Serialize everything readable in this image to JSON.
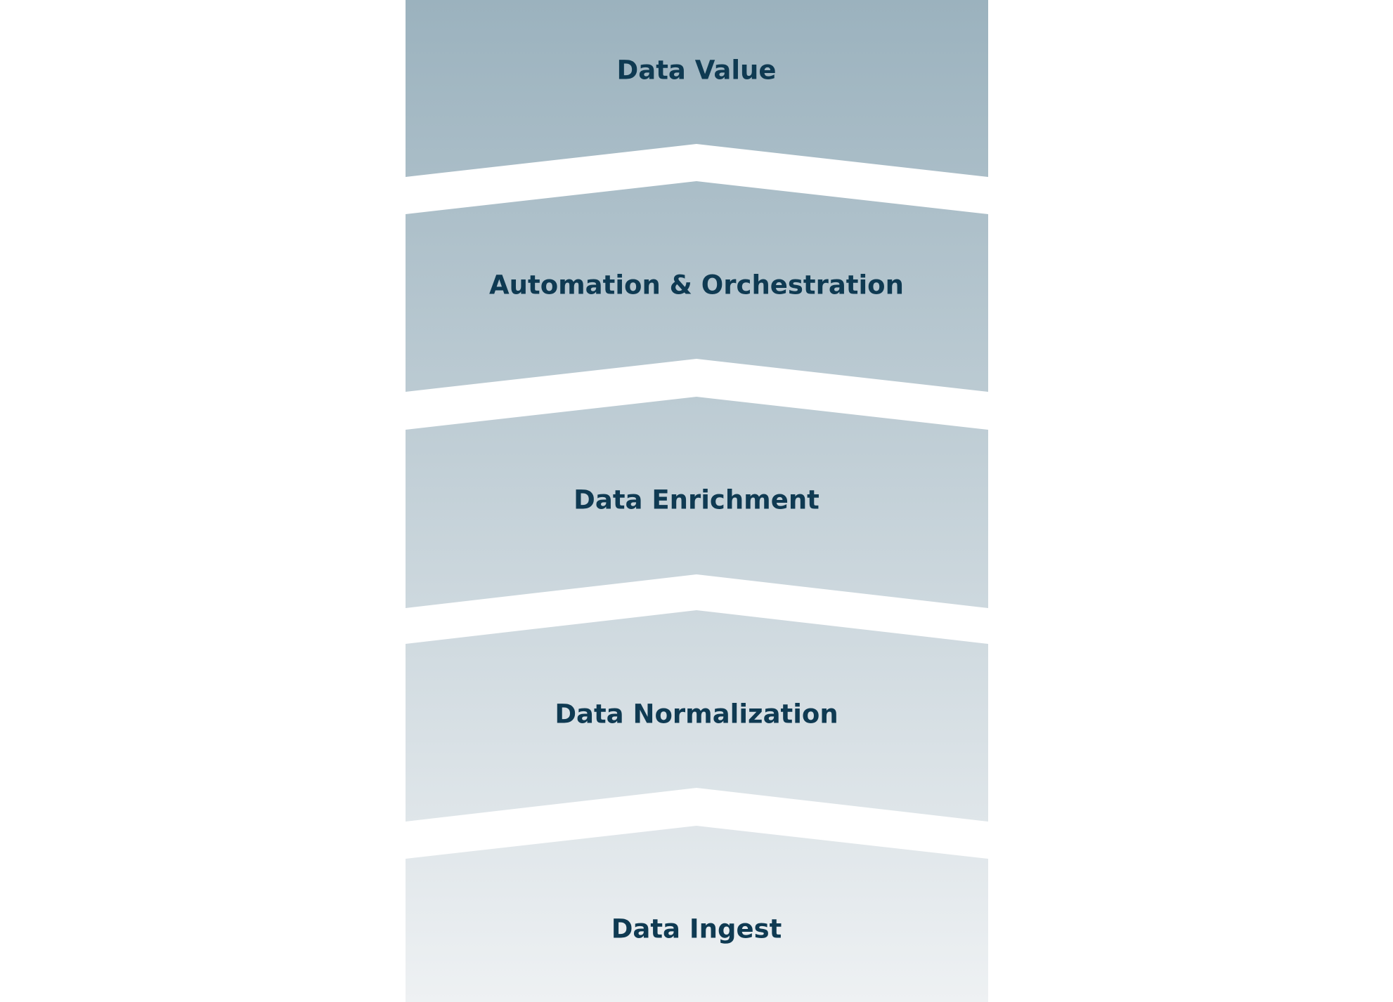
{
  "diagram": {
    "layers": [
      {
        "label": "Data Value"
      },
      {
        "label": "Automation & Orchestration"
      },
      {
        "label": "Data Enrichment"
      },
      {
        "label": "Data Normalization"
      },
      {
        "label": "Data Ingest"
      }
    ],
    "colors": {
      "gradient_top": "#9bb2be",
      "gradient_bottom": "#eef1f3",
      "text": "#0f3a52",
      "background": "#ffffff"
    }
  }
}
